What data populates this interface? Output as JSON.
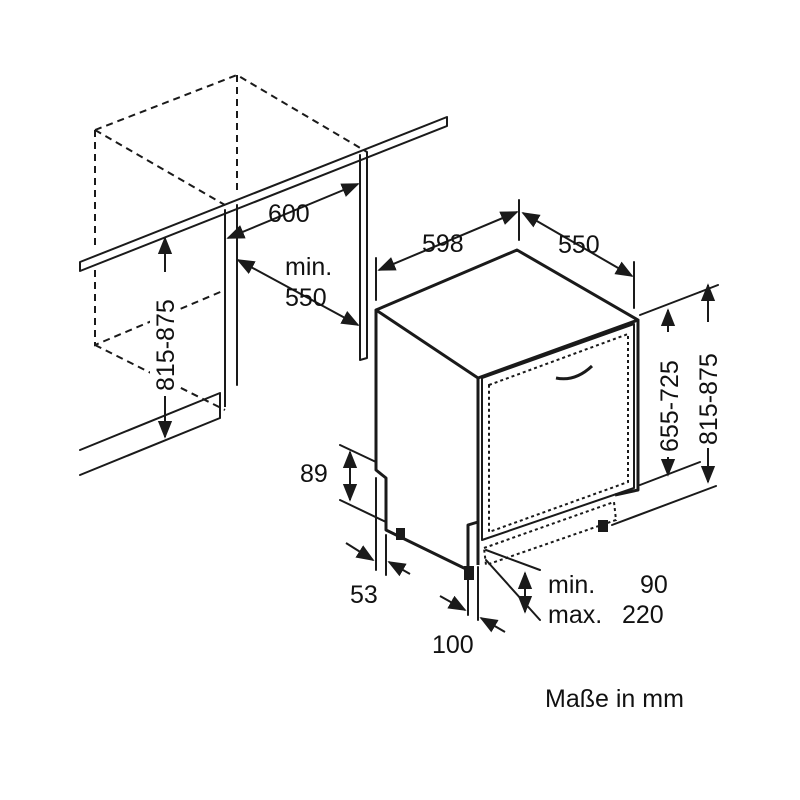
{
  "labels": {
    "niche_width": "600",
    "niche_depth_min": "min.",
    "niche_depth_value": "550",
    "niche_height": "815-875",
    "appliance_width": "598",
    "appliance_depth": "550",
    "appliance_height": "815-875",
    "door_height": "655-725",
    "plinth_height": "89",
    "plinth_recess": "53",
    "foot_offset": "100",
    "plinth_min_label": "min.",
    "plinth_min_value": "90",
    "plinth_max_label": "max.",
    "plinth_max_value": "220",
    "units_note": "Maße in mm"
  }
}
